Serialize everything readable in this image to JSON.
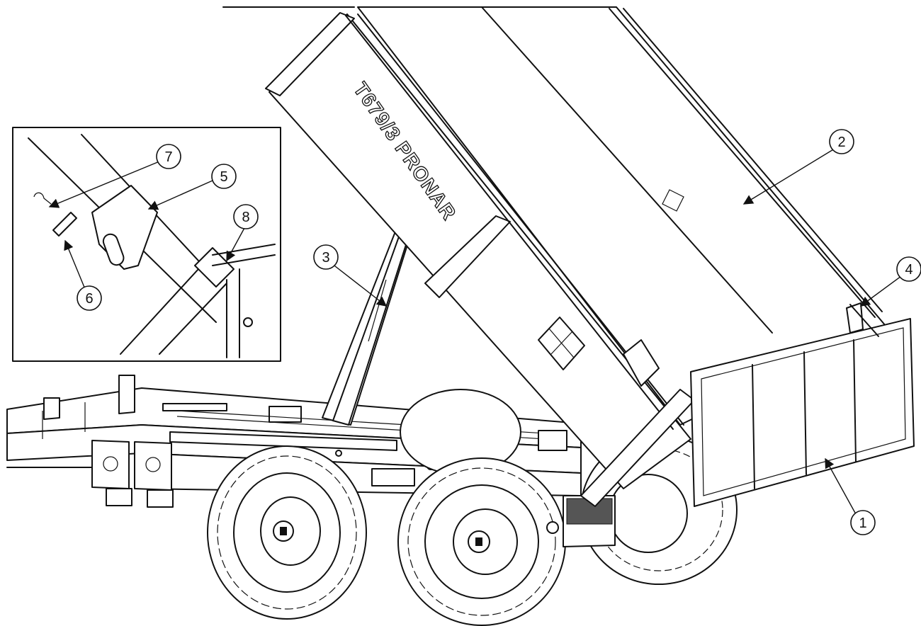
{
  "stencil": {
    "text": "T679/3 PRONAR"
  },
  "callouts": {
    "c1": "1",
    "c2": "2",
    "c3": "3",
    "c4": "4",
    "c5": "5",
    "c6": "6",
    "c7": "7",
    "c8": "8"
  },
  "colors": {
    "line": "#111111",
    "background": "#ffffff"
  }
}
